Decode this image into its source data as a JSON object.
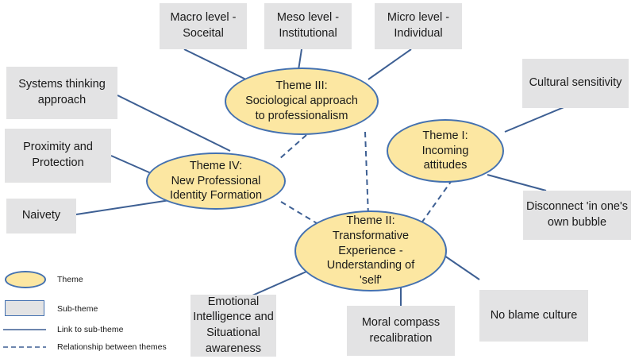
{
  "themes": {
    "t1": "Theme I:\nIncoming\nattitudes",
    "t2": "Theme II:\nTransformative\nExperience -\nUnderstanding of\n'self'",
    "t3": "Theme III:\nSociological approach\nto professionalism",
    "t4": "Theme IV:\nNew Professional\nIdentity Formation"
  },
  "subthemes": {
    "macro": "Macro level -\nSoceital",
    "meso": "Meso level -\nInstitutional",
    "micro": "Micro level -\nIndividual",
    "systems": "Systems thinking\napproach",
    "proximity": "Proximity and\nProtection",
    "naivety": "Naivety",
    "cultural": "Cultural sensitivity",
    "disconnect": "Disconnect 'in one's\nown bubble",
    "emotional": "Emotional\nIntelligence and\nSituational\nawareness",
    "moral": "Moral compass\nrecalibration",
    "noblame": "No blame culture"
  },
  "legend": {
    "theme": "Theme",
    "subtheme": "Sub-theme",
    "link": "Link to sub-theme",
    "relationship": "Relationship between themes"
  },
  "colors": {
    "theme_fill": "#fce7a2",
    "theme_border": "#4471b0",
    "subtheme_fill": "#e3e3e4",
    "line": "#3d5f93"
  }
}
